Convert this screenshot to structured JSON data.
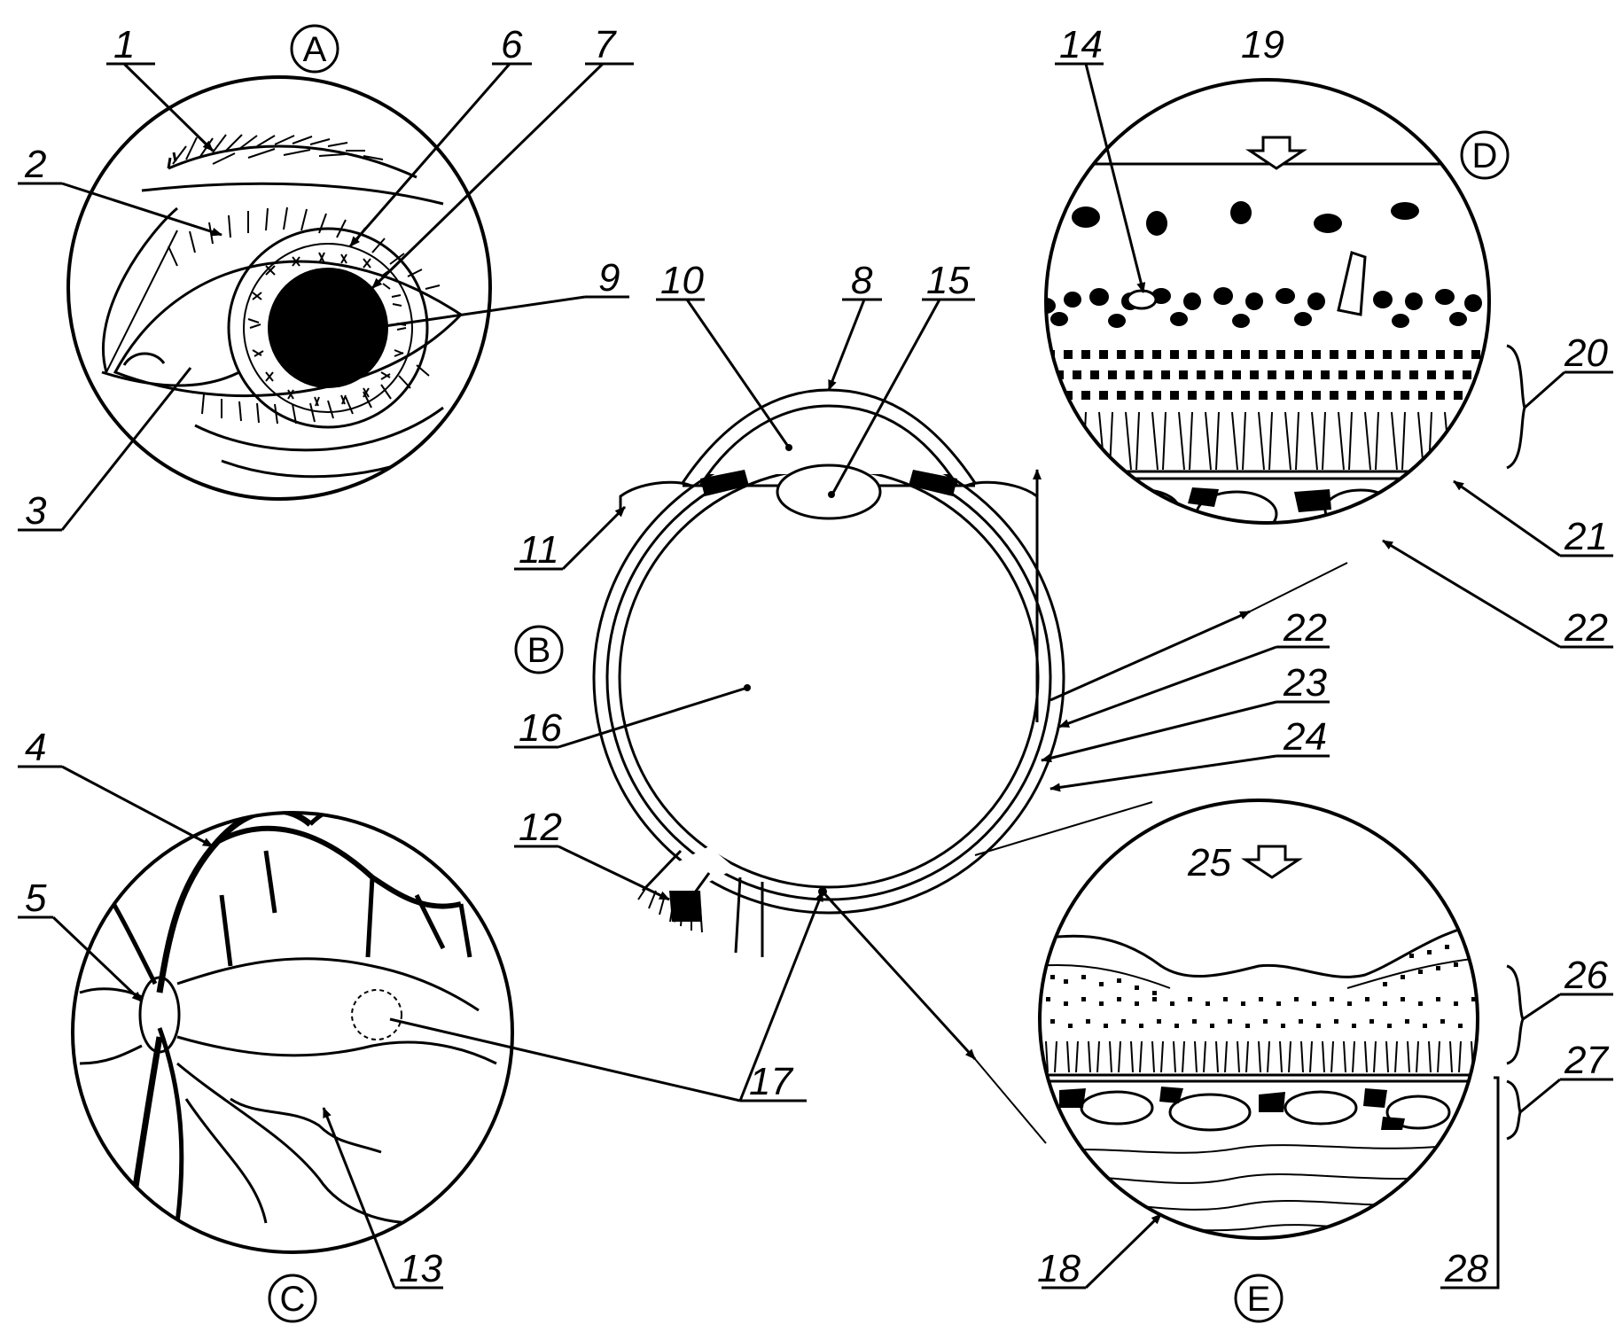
{
  "panels": {
    "A": "A",
    "B": "B",
    "C": "C",
    "D": "D",
    "E": "E"
  },
  "labels": {
    "n1": "1",
    "n2": "2",
    "n3": "3",
    "n4": "4",
    "n5": "5",
    "n6": "6",
    "n7": "7",
    "n8": "8",
    "n9": "9",
    "n10": "10",
    "n11": "11",
    "n12": "12",
    "n13": "13",
    "n14": "14",
    "n15": "15",
    "n16": "16",
    "n17": "17",
    "n18": "18",
    "n19": "19",
    "n20": "20",
    "n21": "21",
    "n22a": "22",
    "n22b": "22",
    "n23": "23",
    "n24": "24",
    "n25": "25",
    "n26": "26",
    "n27": "27",
    "n28": "28"
  }
}
